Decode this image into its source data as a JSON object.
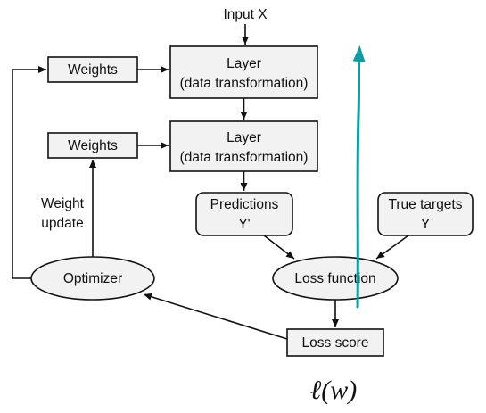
{
  "diagram": {
    "input_label": "Input X",
    "layer1": {
      "line1": "Layer",
      "line2": "(data transformation)"
    },
    "layer2": {
      "line1": "Layer",
      "line2": "(data transformation)"
    },
    "weights1": "Weights",
    "weights2": "Weights",
    "weight_update": {
      "line1": "Weight",
      "line2": "update"
    },
    "predictions": {
      "line1": "Predictions",
      "line2": "Y'"
    },
    "true_targets": {
      "line1": "True targets",
      "line2": "Y"
    },
    "optimizer": "Optimizer",
    "loss_function": "Loss function",
    "loss_score": "Loss score",
    "formula": "ℓ(w)",
    "annotation_color": "#0c9ea0"
  }
}
